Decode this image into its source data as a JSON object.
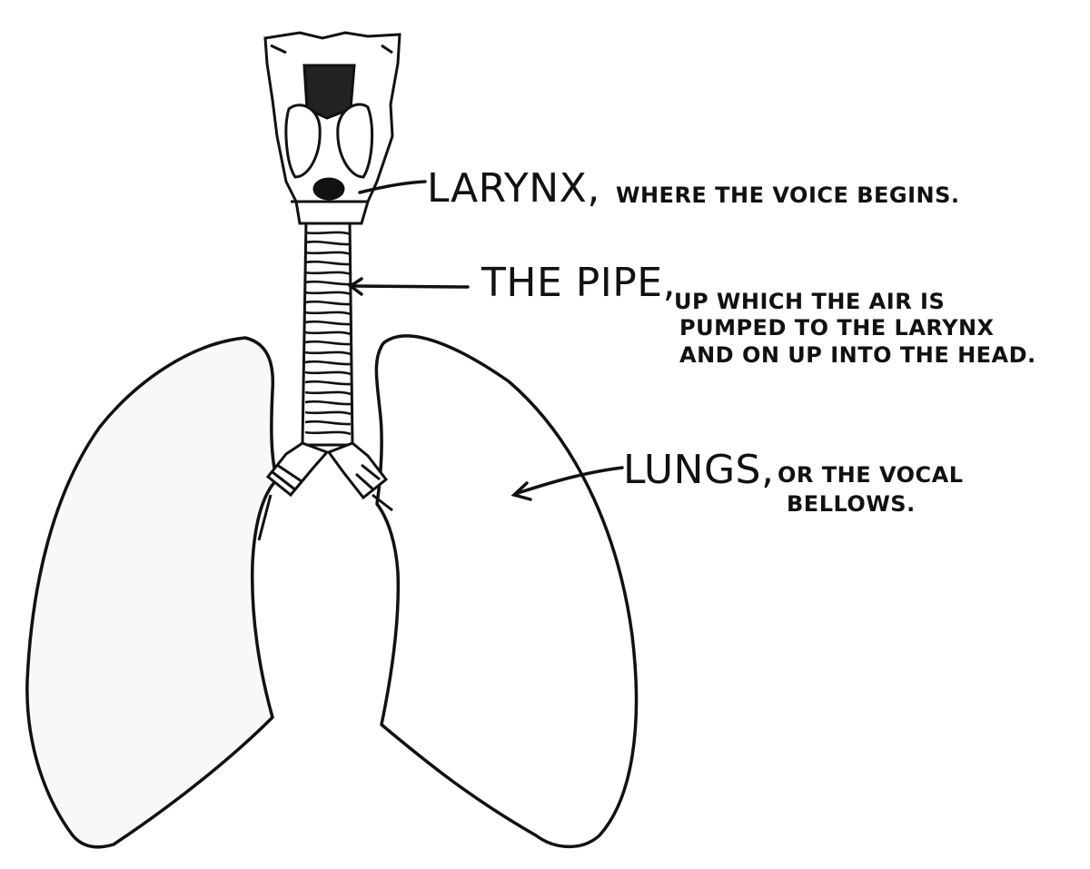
{
  "diagram": {
    "colors": {
      "ink": "#111111",
      "paper": "#ffffff",
      "lung_fill": "#f8f8f8"
    },
    "labels": {
      "larynx": {
        "title": "LARYNX,",
        "desc": "WHERE THE VOICE BEGINS."
      },
      "pipe": {
        "title": "THE PIPE,",
        "desc_lines": [
          "UP WHICH THE AIR IS",
          "PUMPED TO THE LARYNX",
          "AND ON UP INTO THE HEAD."
        ]
      },
      "lungs": {
        "title": "LUNGS,",
        "desc_lines": [
          "OR THE VOCAL",
          "BELLOWS."
        ]
      }
    }
  }
}
